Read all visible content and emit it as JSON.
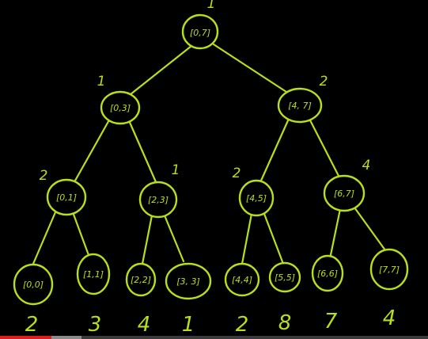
{
  "tree": {
    "root": {
      "range": "[0,7]",
      "value": "1"
    },
    "n_0_3": {
      "range": "[0,3]",
      "value": "1"
    },
    "n_4_7": {
      "range": "[4, 7]",
      "value": "2"
    },
    "n_0_1": {
      "range": "[0,1]",
      "value": "2"
    },
    "n_2_3": {
      "range": "[2,3]",
      "value": "1"
    },
    "n_4_5": {
      "range": "[4,5]",
      "value": "2"
    },
    "n_6_7": {
      "range": "[6,7]",
      "value": "4"
    },
    "leaves": [
      {
        "range": "[0,0]",
        "value": "2"
      },
      {
        "range": "[1,1]",
        "value": "3"
      },
      {
        "range": "[2,2]",
        "value": "4"
      },
      {
        "range": "[3, 3]",
        "value": "1"
      },
      {
        "range": "[4,4]",
        "value": "2"
      },
      {
        "range": "[5,5]",
        "value": "8"
      },
      {
        "range": "[6,6]",
        "value": "7"
      },
      {
        "range": "[7,7]",
        "value": "4"
      }
    ]
  },
  "colors": {
    "ink": "#b8e01a",
    "background": "#000000",
    "progress_played": "#e01b1b",
    "progress_loaded": "#8a8a8a"
  },
  "video": {
    "progress_played": 0.12,
    "progress_loaded": 0.19
  }
}
